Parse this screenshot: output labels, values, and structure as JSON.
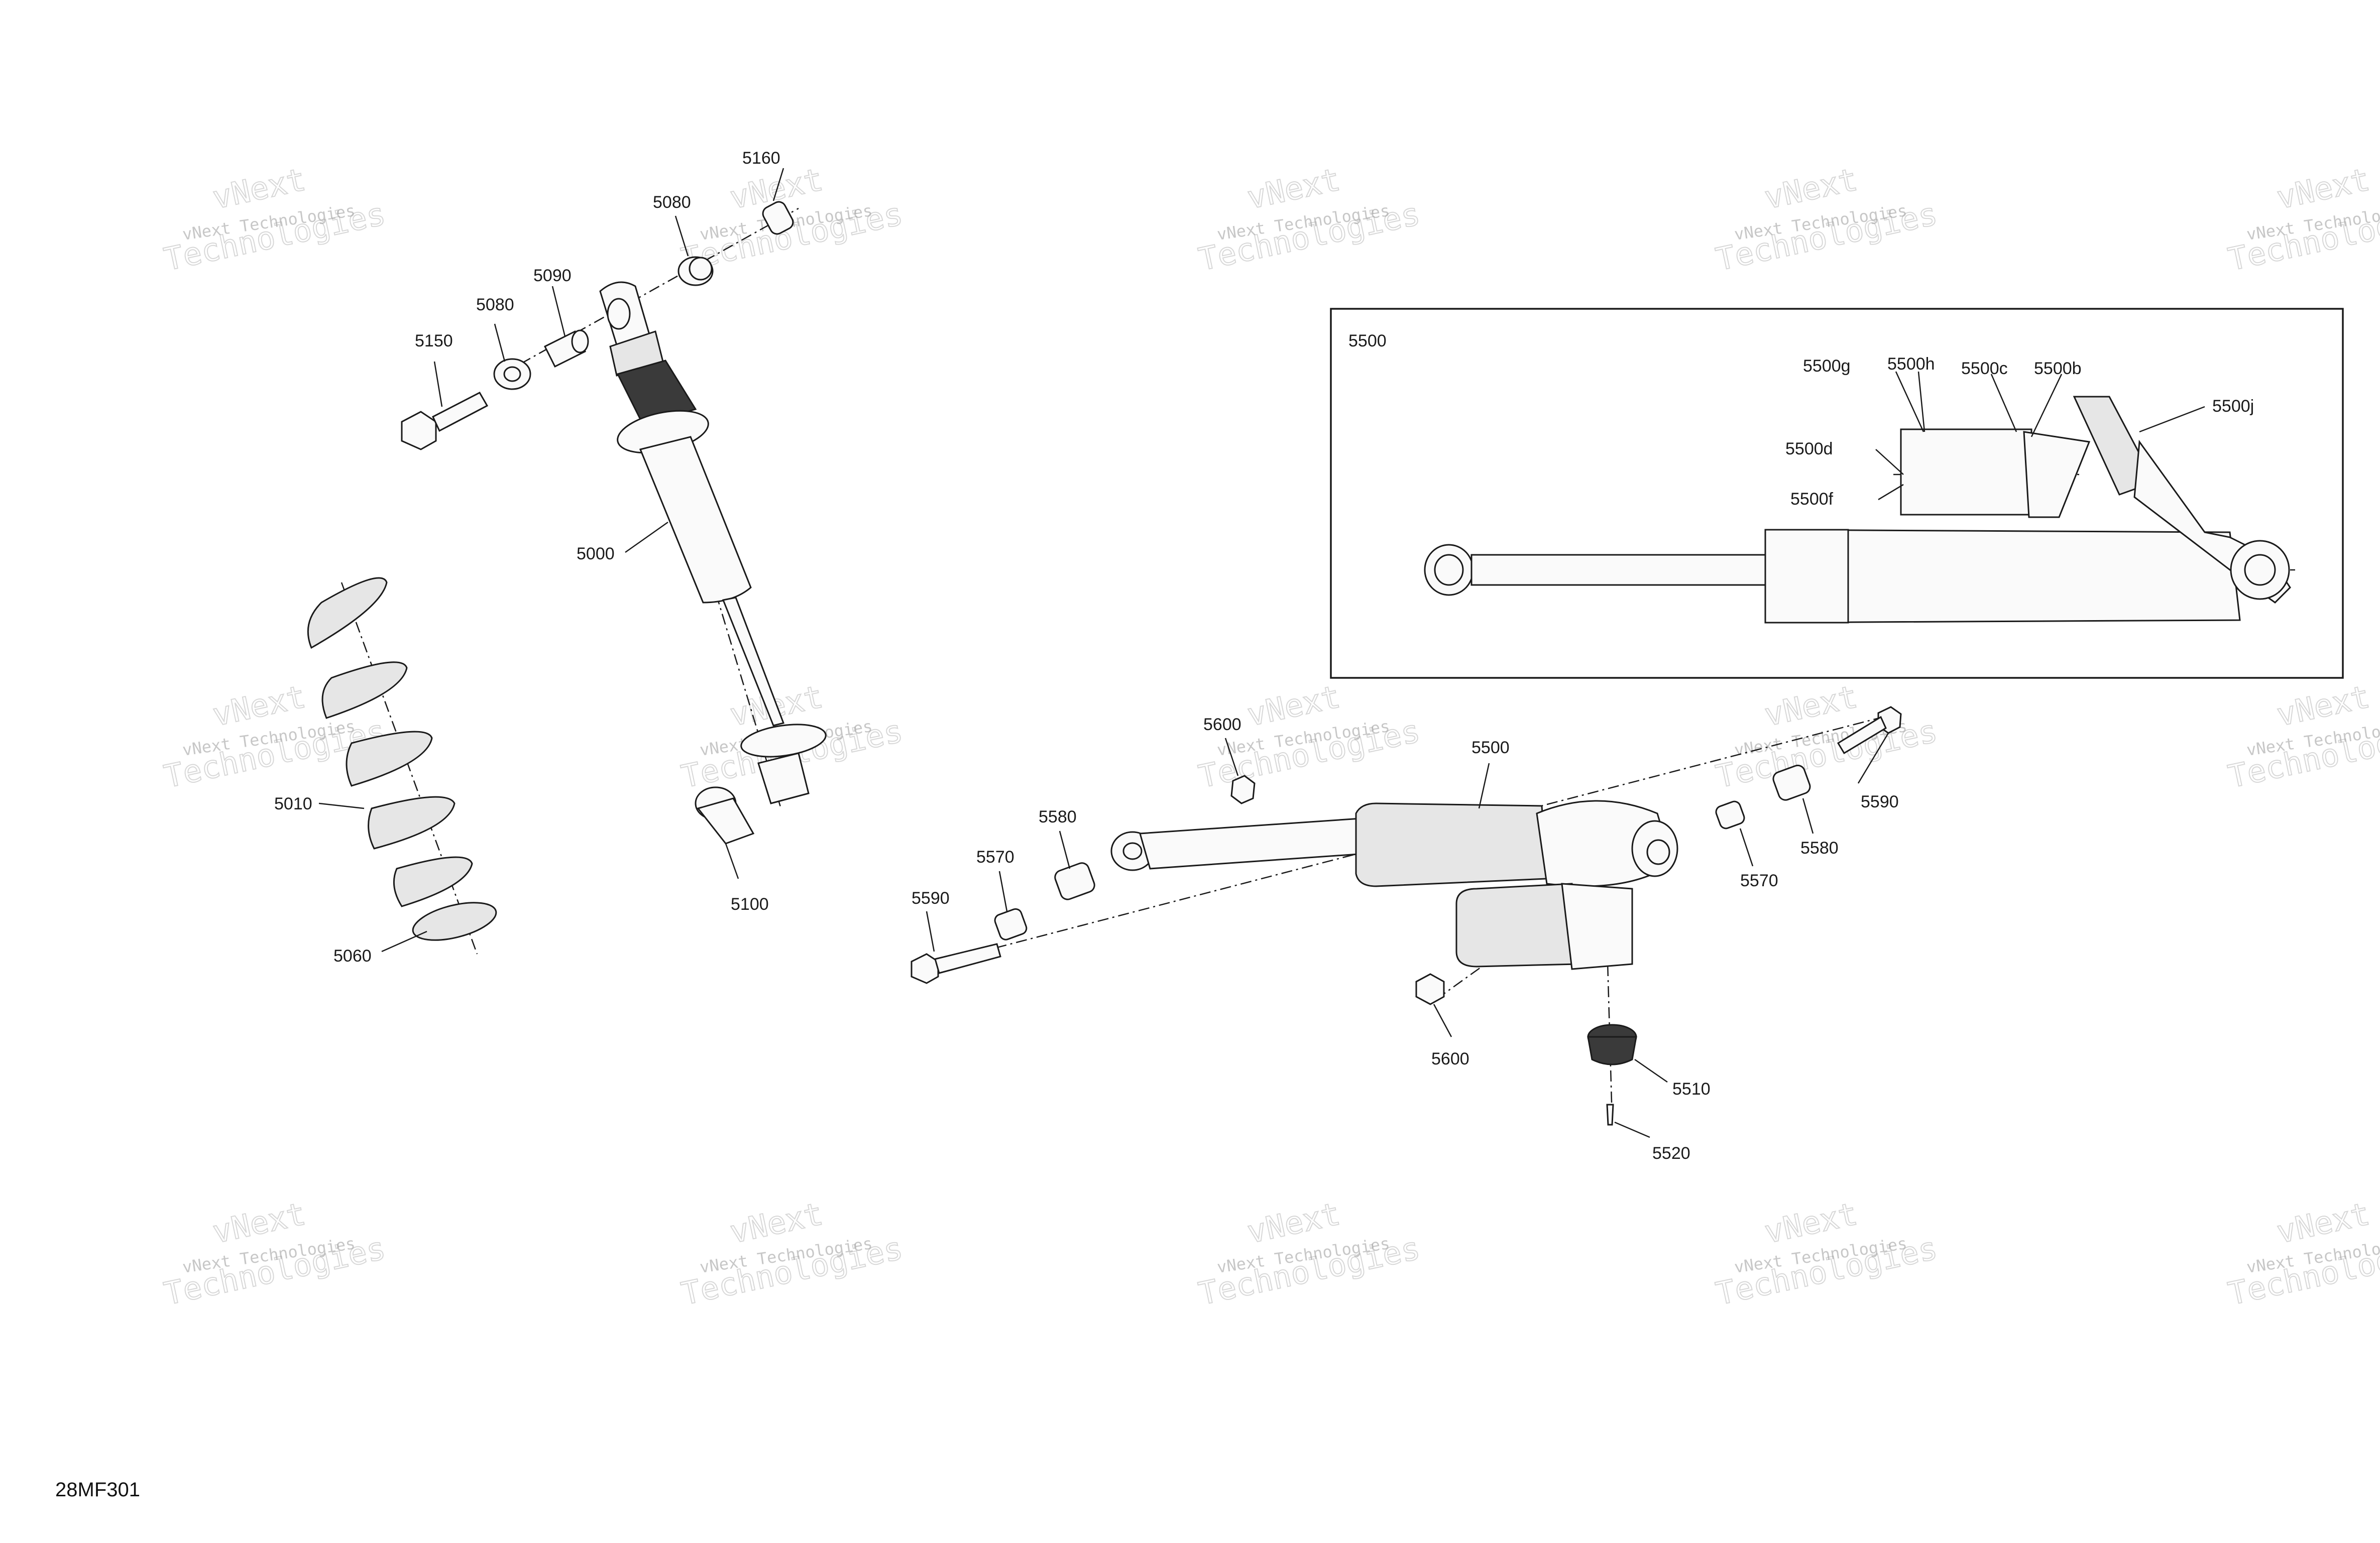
{
  "diagram_code": "28MF301",
  "inset_title": "5500",
  "watermark": {
    "line1": "vNext Technologies",
    "line2": "vNext",
    "line3": "Technologies"
  },
  "callouts": {
    "c5160": "5160",
    "c5080a": "5080",
    "c5090": "5090",
    "c5080b": "5080",
    "c5150": "5150",
    "c5000": "5000",
    "c5010": "5010",
    "c5060": "5060",
    "c5100": "5100",
    "c5600a": "5600",
    "c5580a": "5580",
    "c5570a": "5570",
    "c5590a": "5590",
    "c5500": "5500",
    "c5600b": "5600",
    "c5510": "5510",
    "c5520": "5520",
    "c5590b": "5590",
    "c5580b": "5580",
    "c5570b": "5570",
    "c5500g": "5500g",
    "c5500h": "5500h",
    "c5500c": "5500c",
    "c5500b": "5500b",
    "c5500j": "5500j",
    "c5500d": "5500d",
    "c5500f": "5500f"
  }
}
